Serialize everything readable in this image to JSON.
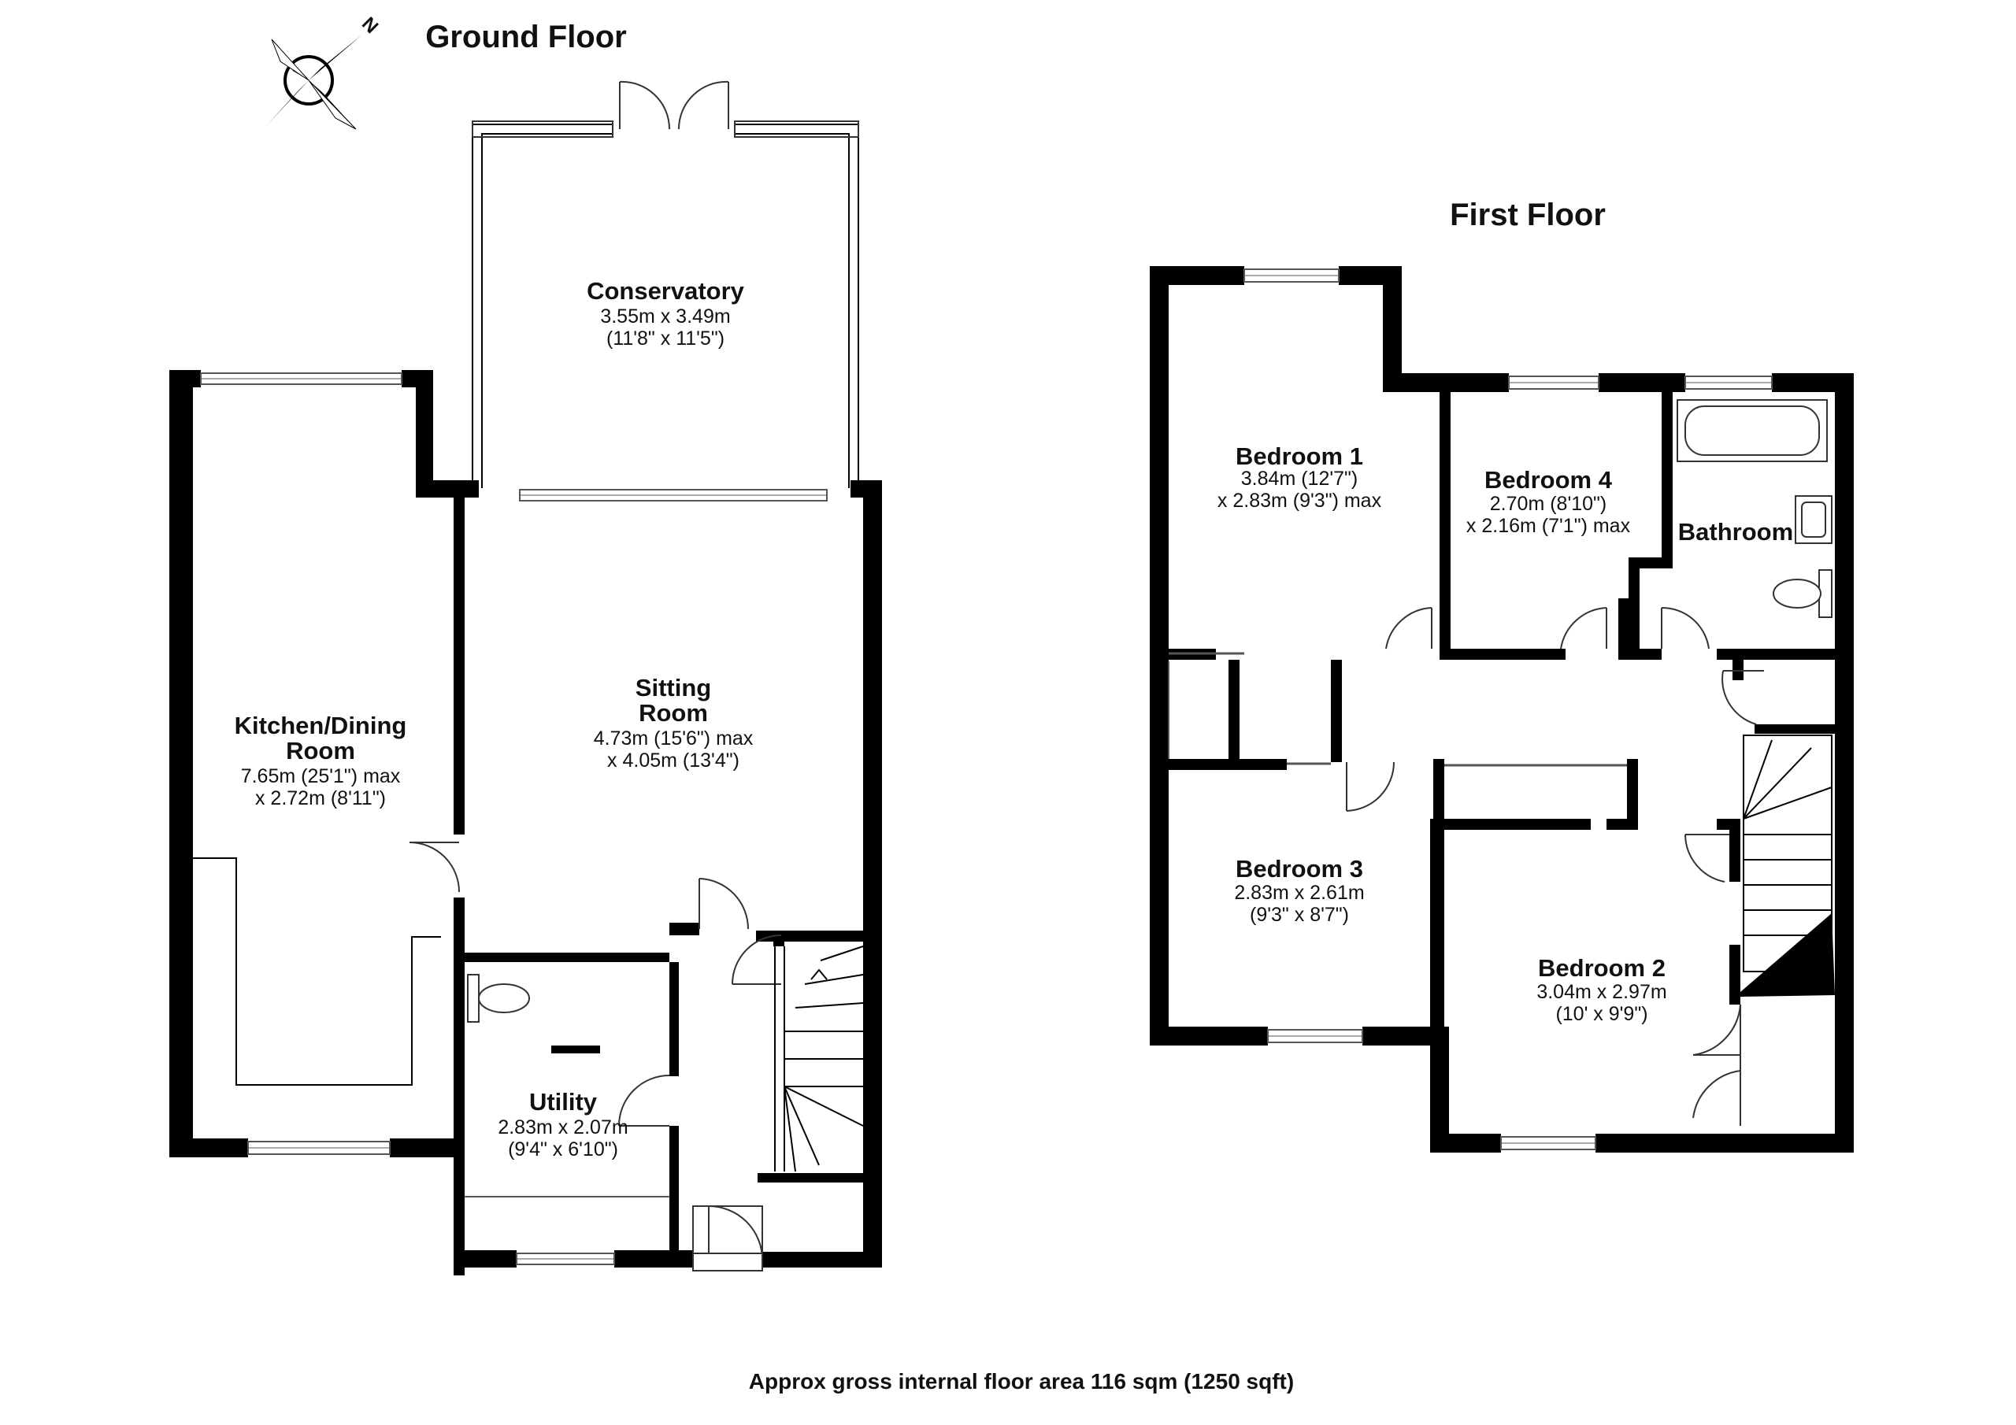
{
  "compass": {
    "north_label": "N"
  },
  "floors": {
    "ground": {
      "title": "Ground Floor",
      "rooms": {
        "conservatory": {
          "name": "Conservatory",
          "dim1": "3.55m x 3.49m",
          "dim2": "(11'8\" x 11'5\")"
        },
        "sitting": {
          "name1": "Sitting",
          "name2": "Room",
          "dim1": "4.73m (15'6\") max",
          "dim2": "x 4.05m (13'4\")"
        },
        "kitchen": {
          "name1": "Kitchen/Dining",
          "name2": "Room",
          "dim1": "7.65m (25'1\") max",
          "dim2": "x 2.72m (8'11\")"
        },
        "utility": {
          "name": "Utility",
          "dim1": "2.83m x 2.07m",
          "dim2": "(9'4\" x 6'10\")"
        }
      }
    },
    "first": {
      "title": "First Floor",
      "rooms": {
        "bedroom1": {
          "name": "Bedroom 1",
          "dim1": "3.84m (12'7\")",
          "dim2": "x 2.83m (9'3\") max"
        },
        "bedroom4": {
          "name": "Bedroom 4",
          "dim1": "2.70m (8'10\")",
          "dim2": "x 2.16m (7'1\") max"
        },
        "bathroom": {
          "name": "Bathroom"
        },
        "bedroom3": {
          "name": "Bedroom 3",
          "dim1": "2.83m x 2.61m",
          "dim2": "(9'3\" x 8'7\")"
        },
        "bedroom2": {
          "name": "Bedroom 2",
          "dim1": "3.04m x 2.97m",
          "dim2": "(10' x 9'9\")"
        }
      }
    }
  },
  "footer": "Approx gross internal floor area 116 sqm (1250 sqft)"
}
